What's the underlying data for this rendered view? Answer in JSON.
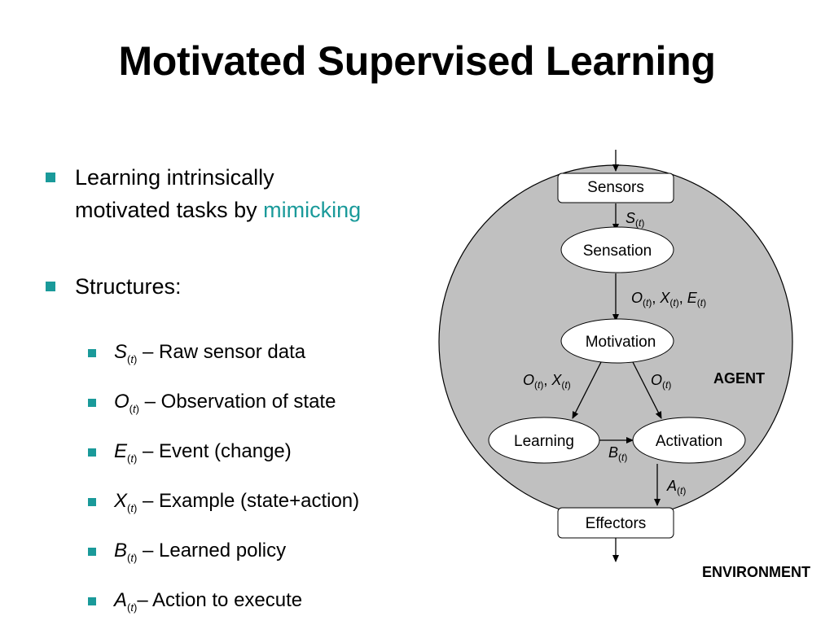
{
  "title": "Motivated Supervised Learning",
  "bullets": {
    "b1_line1": "Learning intrinsically",
    "b1_line2": "motivated tasks by ",
    "b1_highlight": "mimicking",
    "b2": "Structures:",
    "items": [
      {
        "sym": "S",
        "sub_open": "(",
        "sub_var": "t",
        "sub_close": ")",
        "desc": " – Raw sensor data"
      },
      {
        "sym": "O",
        "sub_open": "(",
        "sub_var": "t",
        "sub_close": ")",
        "desc": " – Observation of state"
      },
      {
        "sym": "E",
        "sub_open": "(",
        "sub_var": "t",
        "sub_close": ")",
        "desc": " – Event (change)"
      },
      {
        "sym": "X",
        "sub_open": "(",
        "sub_var": "t",
        "sub_close": ")",
        "desc": " – Example (state+action)"
      },
      {
        "sym": "B",
        "sub_open": "(",
        "sub_var": "t",
        "sub_close": ")",
        "desc": " – Learned policy"
      },
      {
        "sym": "A",
        "sub_open": "(",
        "sub_var": "t",
        "sub_close": ")",
        "desc": "– Action to execute"
      }
    ]
  },
  "diagram": {
    "sensors": "Sensors",
    "sensation": "Sensation",
    "motivation": "Motivation",
    "learning": "Learning",
    "activation": "Activation",
    "effectors": "Effectors",
    "agent": "AGENT",
    "environment": "ENVIRONMENT",
    "sub": {
      "open": "(",
      "var": "t",
      "close": ")"
    },
    "labels": {
      "S": "S",
      "O": "O",
      "X": "X",
      "E": "E",
      "B": "B",
      "A": "A",
      "comma": ", "
    }
  },
  "colors": {
    "accent": "#1a9a9a",
    "agent_fill": "#c0c0c0"
  }
}
